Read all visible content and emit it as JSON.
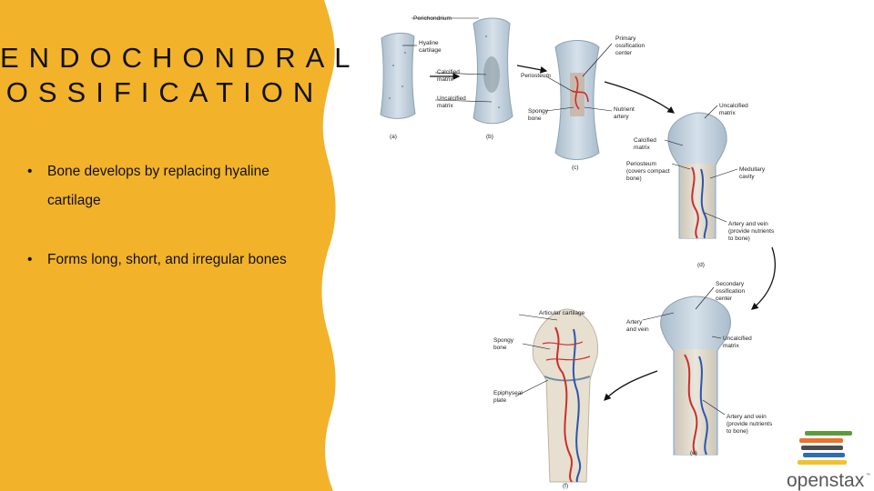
{
  "slide": {
    "title_line1": "ENDOCHONDRAL",
    "title_line2": "OSSIFICATION",
    "bullets": [
      {
        "line1": "Bone develops by replacing hyaline",
        "line2": "cartilage"
      },
      {
        "line1": "Forms long, short, and irregular bones"
      }
    ],
    "bullet_glyph": "•",
    "panel_color": "#F2B22A"
  },
  "diagram": {
    "labels": {
      "perichondrium": "Perichondrium",
      "hyaline_cartilage_1": "Hyaline",
      "hyaline_cartilage_2": "cartilage",
      "calcified_matrix_b1": "Calcified",
      "calcified_matrix_b2": "matrix",
      "uncalcified_matrix_b1": "Uncalcified",
      "uncalcified_matrix_b2": "matrix",
      "primary_center_1": "Primary",
      "primary_center_2": "ossification",
      "primary_center_3": "center",
      "periosteum_c": "Periosteum",
      "spongy_bone_c1": "Spongy",
      "spongy_bone_c2": "bone",
      "nutrient_artery_1": "Nutrient",
      "nutrient_artery_2": "artery",
      "uncalcified_matrix_d1": "Uncalcified",
      "uncalcified_matrix_d2": "matrix",
      "calcified_matrix_d1": "Calcified",
      "calcified_matrix_d2": "matrix",
      "periosteum_d1": "Periosteum",
      "periosteum_d2": "(covers compact",
      "periosteum_d3": "bone)",
      "medullary_cavity_1": "Medullary",
      "medullary_cavity_2": "cavity",
      "artery_vein_d1": "Artery and vein",
      "artery_vein_d2": "(provide nutrients",
      "artery_vein_d3": "to bone)",
      "secondary_center_1": "Secondary",
      "secondary_center_2": "ossification",
      "secondary_center_3": "center",
      "articular_cartilage": "Articular cartilage",
      "artery_vein_e1": "Artery",
      "artery_vein_e2": "and vein",
      "uncalcified_matrix_e1": "Uncalcified",
      "uncalcified_matrix_e2": "matrix",
      "spongy_bone_f1": "Spongy",
      "spongy_bone_f2": "bone",
      "epiphyseal_plate_1": "Epiphyseal",
      "epiphyseal_plate_2": "plate",
      "artery_vein_e3": "Artery and vein",
      "artery_vein_e4": "(provide nutrients",
      "artery_vein_e5": "to bone)"
    },
    "panels": {
      "a": "(a)",
      "b": "(b)",
      "c": "(c)",
      "d": "(d)",
      "e": "(e)",
      "f": "(f)"
    }
  },
  "logo": {
    "text": "openstax",
    "trademark": "™",
    "stripe_colors": [
      "#5B9B3E",
      "#E9742B",
      "#4D4D4D",
      "#2E6DB4",
      "#F2C12E"
    ]
  }
}
